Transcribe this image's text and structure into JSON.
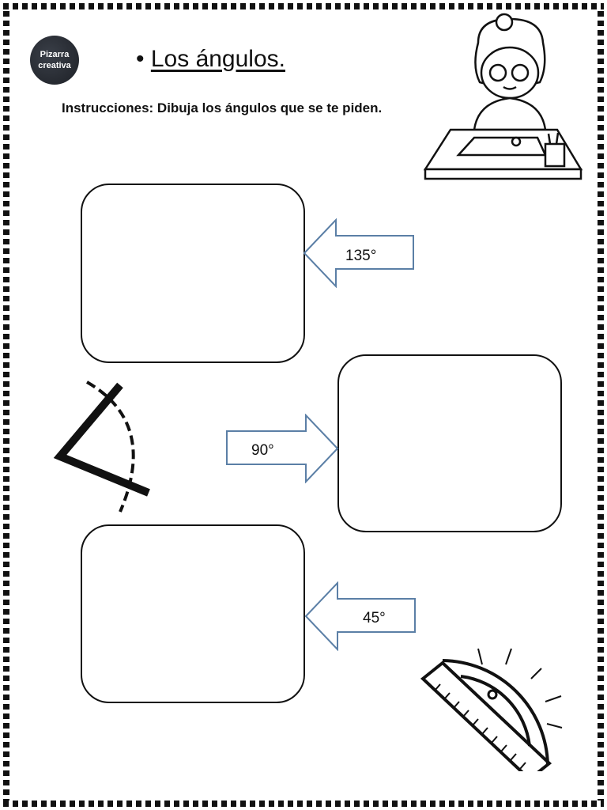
{
  "logo": {
    "line1": "Pizarra",
    "line2": "creativa"
  },
  "title": {
    "bullet": "•",
    "text": "Los ángulos."
  },
  "instructions": "Instrucciones: Dibuja los ángulos que se te piden.",
  "exercises": [
    {
      "angle": "135°",
      "arrow_direction": "left"
    },
    {
      "angle": "90°",
      "arrow_direction": "right"
    },
    {
      "angle": "45°",
      "arrow_direction": "left"
    }
  ],
  "colors": {
    "arrow_stroke": "#5b7fa6",
    "border": "#111111"
  }
}
